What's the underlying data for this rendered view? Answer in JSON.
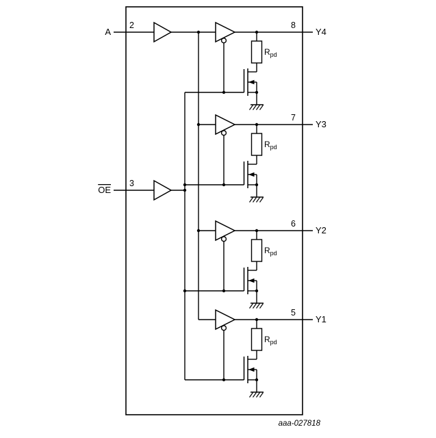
{
  "colors": {
    "line": "#000000",
    "background": "#ffffff"
  },
  "inputs": {
    "a": {
      "label": "A",
      "pin": "2"
    },
    "oe": {
      "label": "OE",
      "pin": "3",
      "overline": true
    }
  },
  "channels": [
    {
      "name": "Y4",
      "pin": "8",
      "rpd_base": "R",
      "rpd_sub": "pd"
    },
    {
      "name": "Y3",
      "pin": "7",
      "rpd_base": "R",
      "rpd_sub": "pd"
    },
    {
      "name": "Y2",
      "pin": "6",
      "rpd_base": "R",
      "rpd_sub": "pd"
    },
    {
      "name": "Y1",
      "pin": "5",
      "rpd_base": "R",
      "rpd_sub": "pd"
    }
  ],
  "caption": "aaa-027818"
}
